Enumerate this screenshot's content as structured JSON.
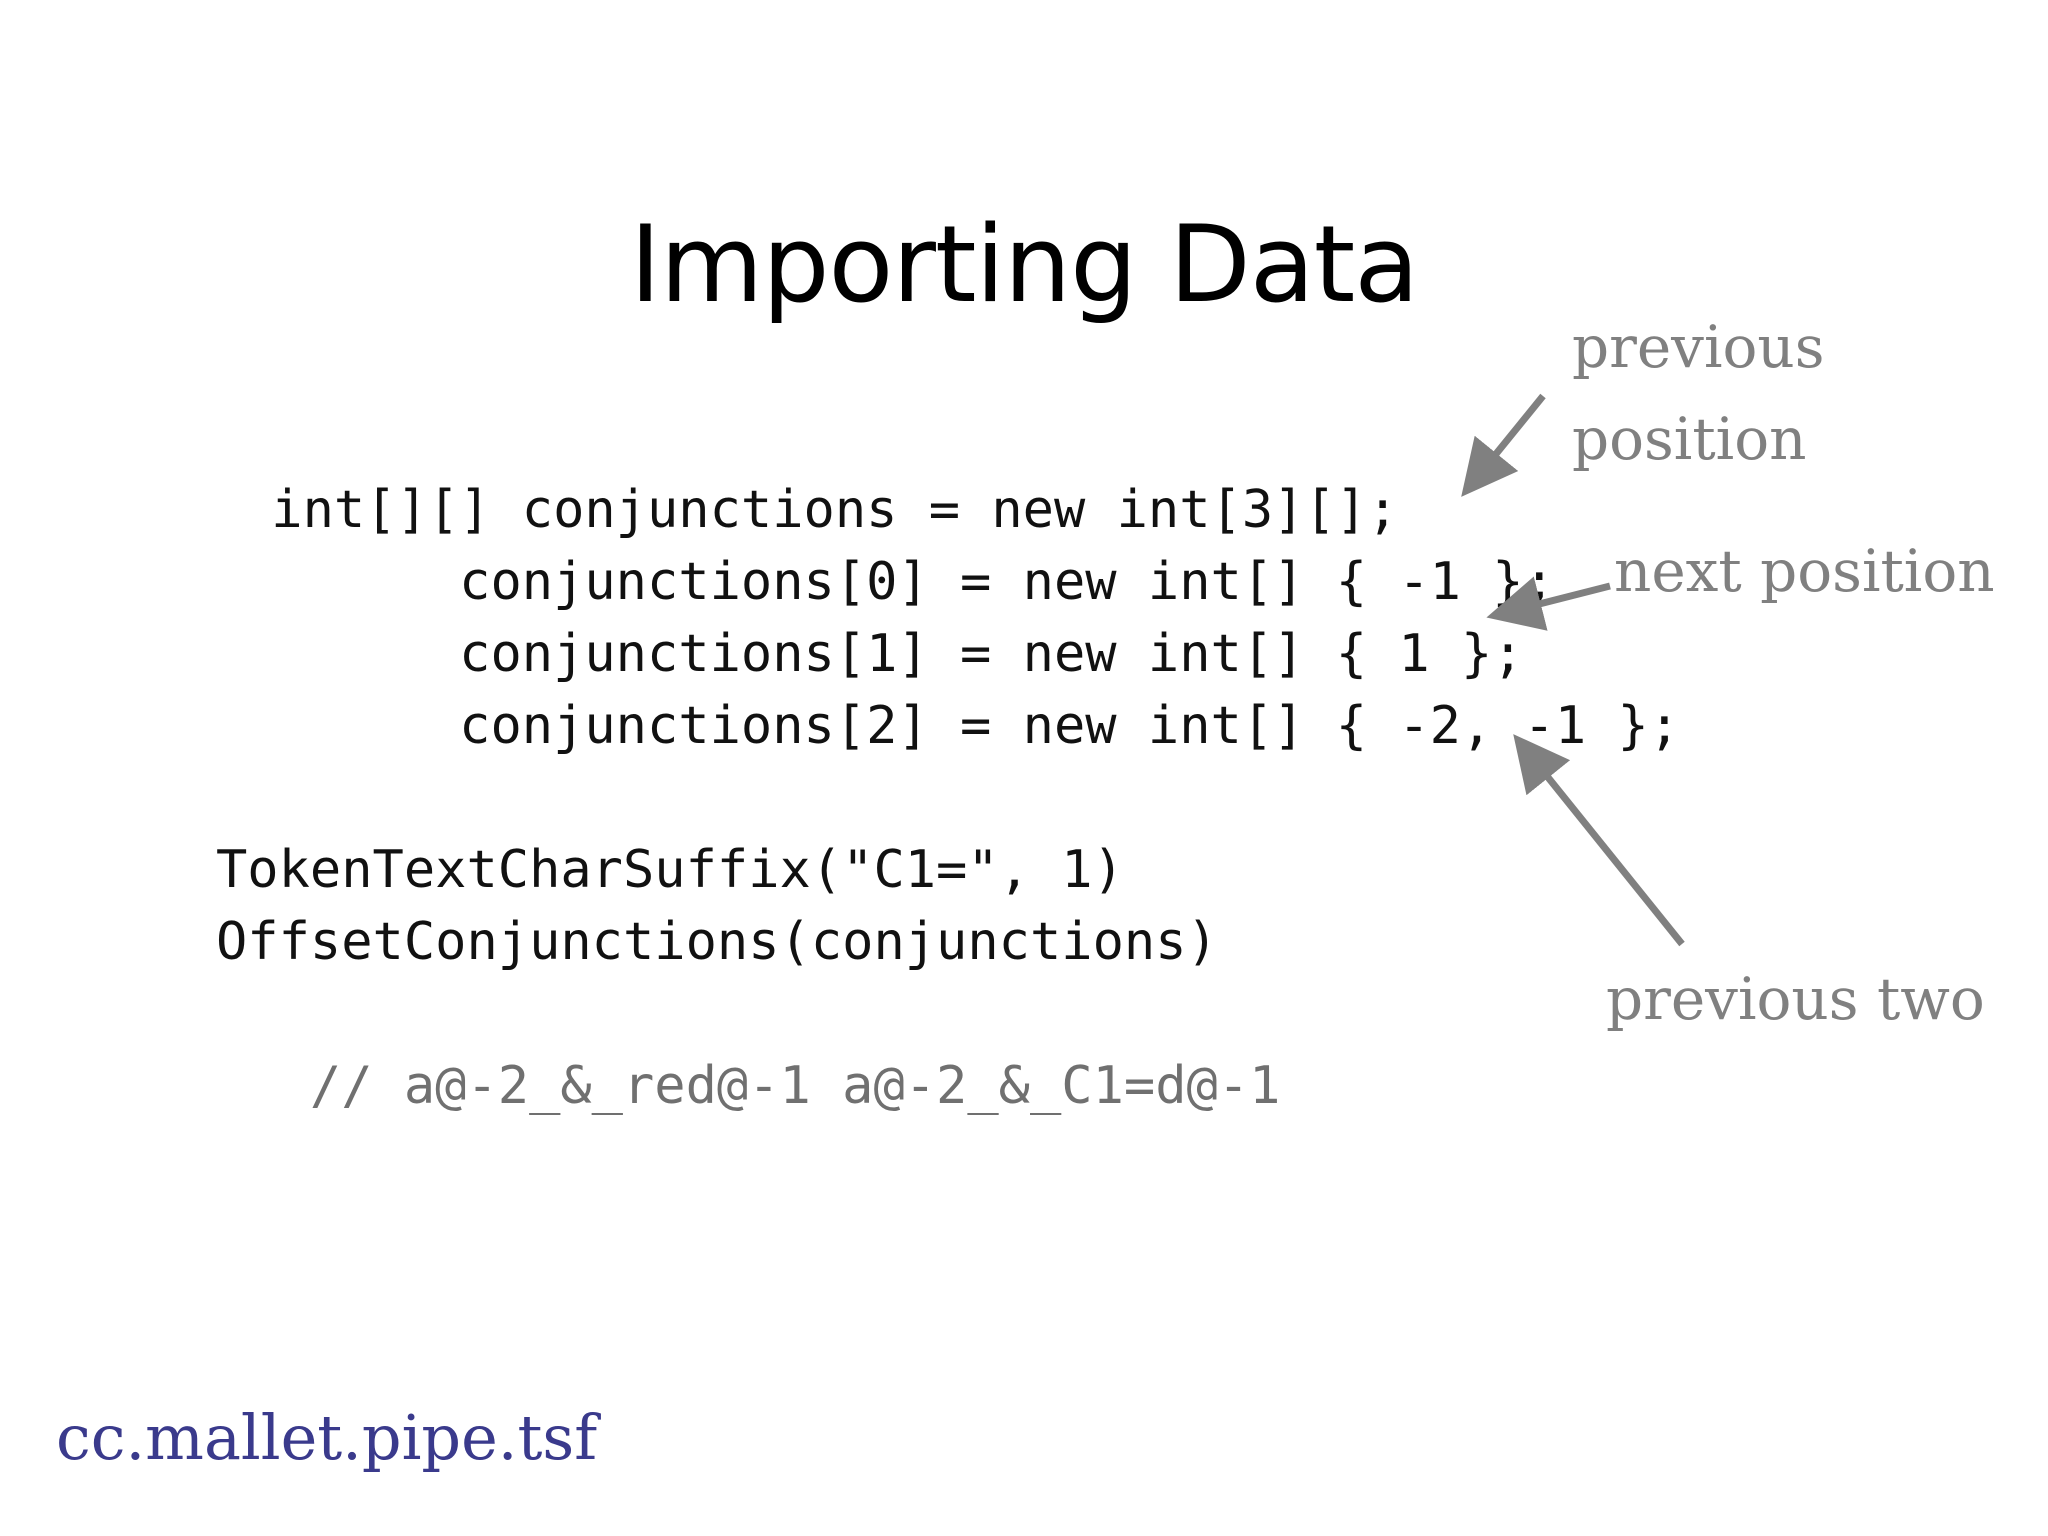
{
  "slide": {
    "title": "Importing Data",
    "code_lines": [
      " int[][] conjunctions = new int[3][];",
      "       conjunctions[0] = new int[] { -1 };",
      "       conjunctions[1] = new int[] { 1 };",
      "       conjunctions[2] = new int[] { -2, -1 };",
      "TokenTextCharSuffix(\"C1=\", 1)",
      "OffsetConjunctions(conjunctions)",
      "   // a@-2_&_red@-1 a@-2_&_C1=d@-1"
    ],
    "annotations": {
      "previous_position_line1": "previous",
      "previous_position_line2": "position",
      "next_position": "next position",
      "previous_two": "previous two"
    },
    "package_name": "cc.mallet.pipe.tsf",
    "colors": {
      "title": "#000000",
      "code": "#111111",
      "comment": "#707070",
      "annotation": "#808080",
      "arrow": "#808080",
      "package": "#3a3a8c"
    }
  }
}
